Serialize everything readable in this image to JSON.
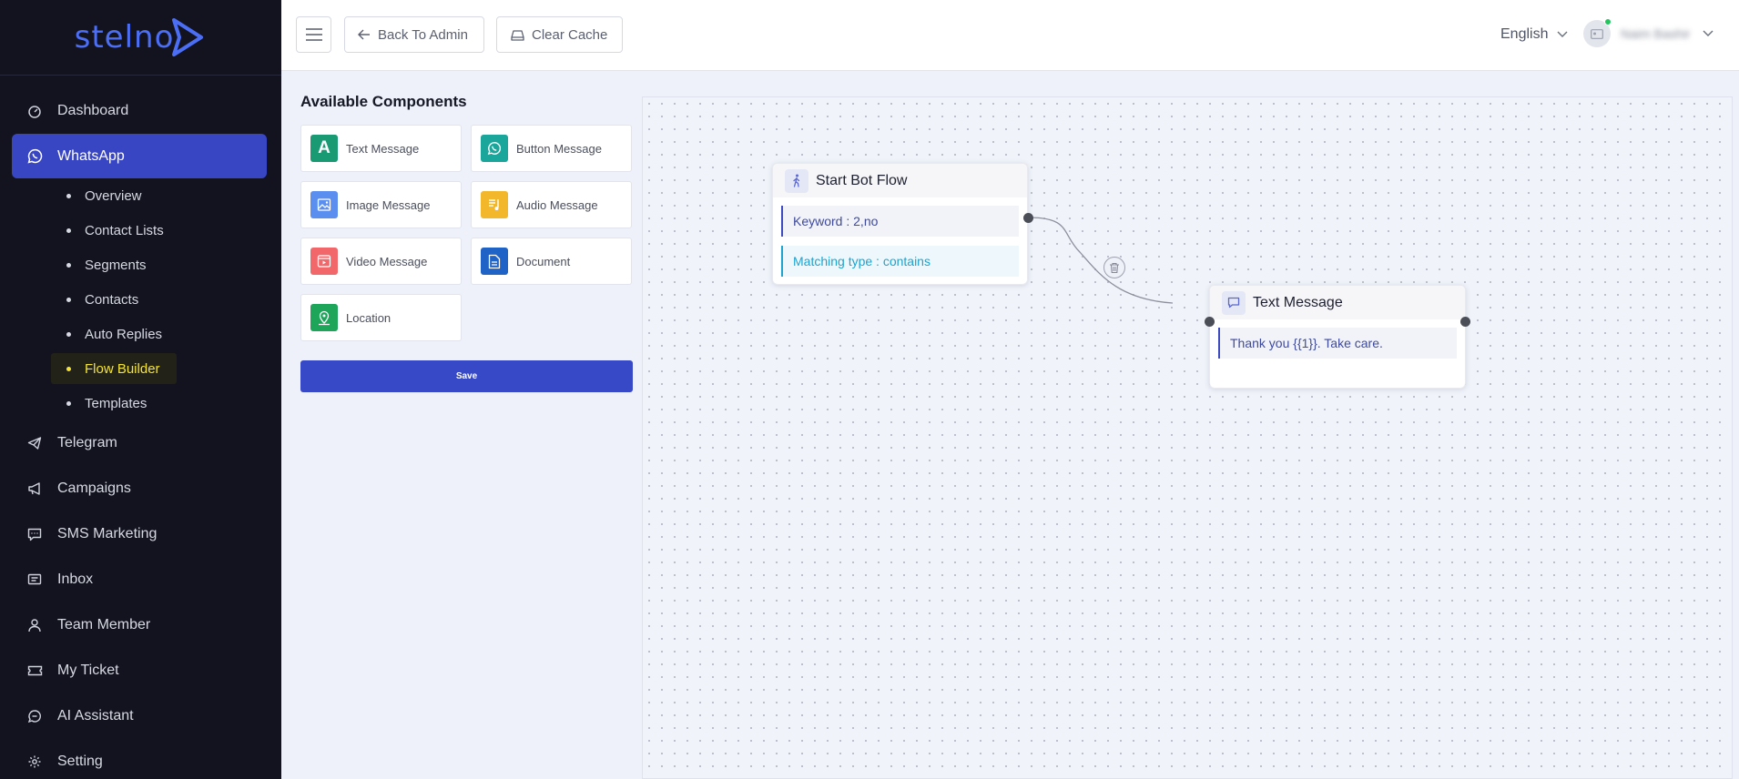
{
  "brand": {
    "name": "stelno"
  },
  "sidebar": {
    "items": [
      {
        "label": "Dashboard",
        "icon": "dashboard-icon"
      },
      {
        "label": "WhatsApp",
        "icon": "whatsapp-icon",
        "active": true
      },
      {
        "label": "Telegram",
        "icon": "telegram-icon"
      },
      {
        "label": "Campaigns",
        "icon": "megaphone-icon"
      },
      {
        "label": "SMS Marketing",
        "icon": "sms-icon"
      },
      {
        "label": "Inbox",
        "icon": "inbox-icon"
      },
      {
        "label": "Team Member",
        "icon": "user-icon"
      },
      {
        "label": "My Ticket",
        "icon": "ticket-icon"
      },
      {
        "label": "AI Assistant",
        "icon": "ai-chat-icon"
      },
      {
        "label": "Setting",
        "icon": "gear-icon"
      }
    ],
    "whatsapp_sub": [
      "Overview",
      "Contact Lists",
      "Segments",
      "Contacts",
      "Auto Replies",
      "Flow Builder",
      "Templates"
    ],
    "current_sub": "Flow Builder"
  },
  "topbar": {
    "back_label": "Back To Admin",
    "clear_cache_label": "Clear Cache",
    "language": "English",
    "user_name": "Naim Bashir",
    "status_color": "#22c55e"
  },
  "components": {
    "title": "Available Components",
    "items": [
      {
        "label": "Text Message",
        "icon": "text-icon",
        "color": "#199a73"
      },
      {
        "label": "Button Message",
        "icon": "button-icon",
        "color": "#1aa69a"
      },
      {
        "label": "Image Message",
        "icon": "image-icon",
        "color": "#5a8ff0"
      },
      {
        "label": "Audio Message",
        "icon": "audio-icon",
        "color": "#f2b72b"
      },
      {
        "label": "Video Message",
        "icon": "video-icon",
        "color": "#f2676a"
      },
      {
        "label": "Document",
        "icon": "document-icon",
        "color": "#1f63c6"
      },
      {
        "label": "Location",
        "icon": "location-icon",
        "color": "#1da55a"
      }
    ],
    "save_label": "Save"
  },
  "flow": {
    "start_node": {
      "title": "Start Bot Flow",
      "keyword": "Keyword : 2,no",
      "matching": "Matching type : contains"
    },
    "text_node": {
      "title": "Text Message",
      "message": "Thank you {{1}}. Take care."
    }
  }
}
